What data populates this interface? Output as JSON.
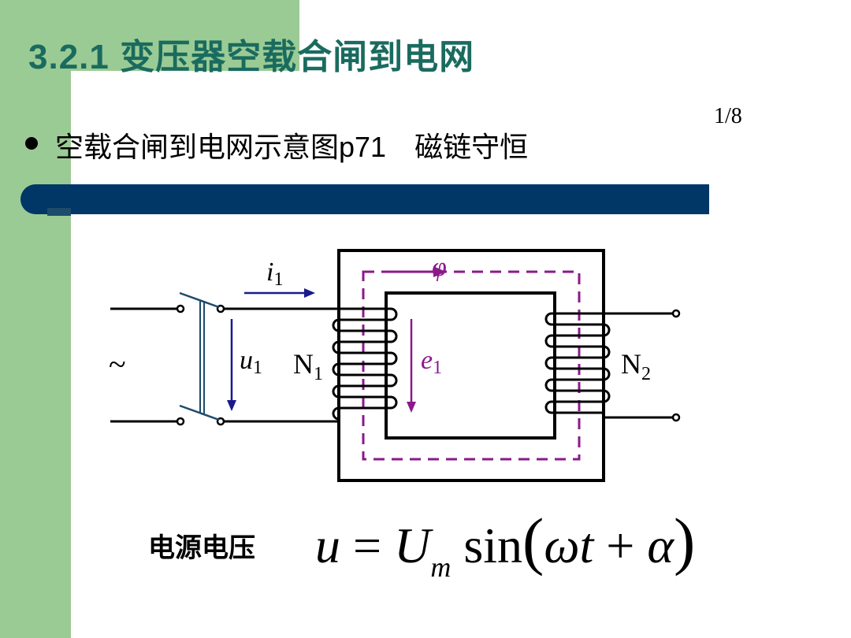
{
  "slide": {
    "title": "3.2.1 变压器空载合闸到电网",
    "page_number": "1/8",
    "bullet": "空载合闸到电网示意图p71　磁链守恒"
  },
  "diagram": {
    "source_symbol": "~",
    "current_label": "i",
    "current_sub": "1",
    "voltage_label": "u",
    "voltage_sub": "1",
    "primary_label": "N",
    "primary_sub": "1",
    "emf_label": "e",
    "emf_sub": "1",
    "flux_label": "φ",
    "secondary_label": "N",
    "secondary_sub": "2",
    "colors": {
      "current_arrow": "#1a1a8c",
      "flux": "#8b1a8b",
      "emf": "#8b1a8b"
    }
  },
  "formula": {
    "label": "电源电压",
    "lhs": "u",
    "equals": "=",
    "U": "U",
    "sub_m": "m",
    "sin": "sin",
    "open_paren": "(",
    "omega": "ω",
    "t": "t",
    "plus": "+",
    "alpha": "α",
    "close_paren": ")"
  }
}
